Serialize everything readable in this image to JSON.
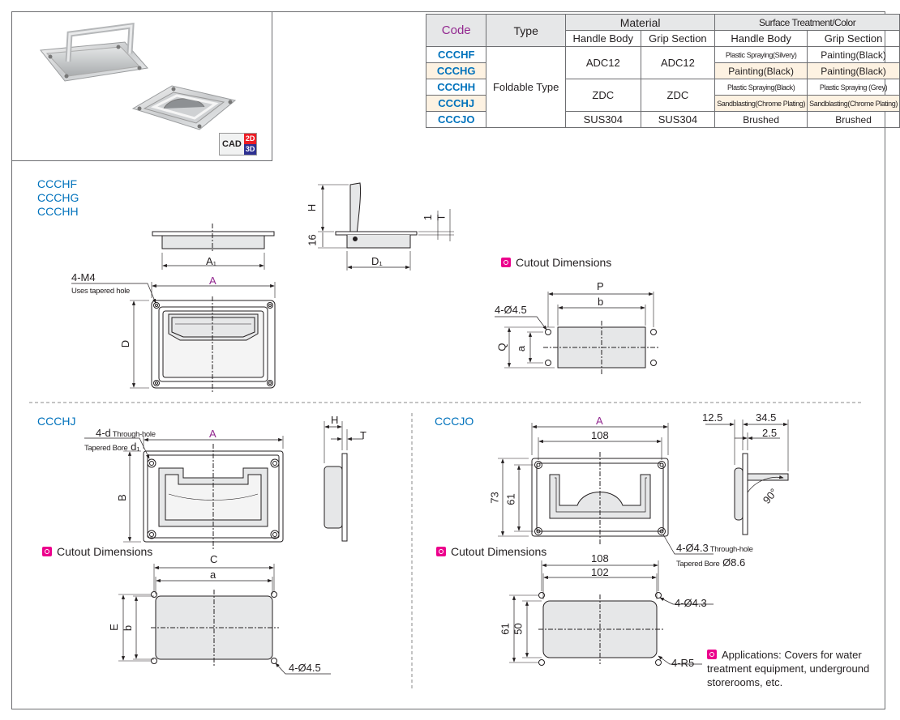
{
  "table": {
    "headers": {
      "code": "Code",
      "type": "Type",
      "material": "Material",
      "surface": "Surface Treatment/Color",
      "handle_body": "Handle Body",
      "grip_section": "Grip Section",
      "handle_body_2": "Handle Body",
      "grip_section_2": "Grip Section"
    },
    "type_value": "Foldable Type",
    "rows": [
      {
        "code": "CCCHF",
        "surf_body": "Plastic Spraying(Silvery)",
        "surf_grip": "Painting(Black)"
      },
      {
        "code": "CCCHG",
        "surf_body": "Painting(Black)",
        "surf_grip": "Painting(Black)"
      },
      {
        "code": "CCCHH",
        "surf_body": "Plastic Spraying(Black)",
        "surf_grip": "Plastic Spraying (Grey)"
      },
      {
        "code": "CCCHJ",
        "surf_body": "Sandblasting(Chrome Plating)",
        "surf_grip": "Sandblasting(Chrome Plating)"
      },
      {
        "code": "CCCJO",
        "mat_body": "SUS304",
        "mat_grip": "SUS304",
        "surf_body": "Brushed",
        "surf_grip": "Brushed"
      }
    ],
    "mat_group1": {
      "body": "ADC12",
      "grip": "ADC12"
    },
    "mat_group2": {
      "body": "ZDC",
      "grip": "ZDC"
    }
  },
  "cad_badge": {
    "cad": "CAD",
    "d2": "2D",
    "d3": "3D"
  },
  "section1": {
    "codes": [
      "CCCHF",
      "CCCHG",
      "CCCHH"
    ],
    "labels": {
      "H": "H",
      "sixteen": "16",
      "one": "1",
      "T": "T",
      "D1": "D₁",
      "A1": "A₁",
      "m4": "4-M4",
      "tapered": "Uses tapered hole",
      "A": "A",
      "D": "D"
    },
    "cutout": {
      "title": "Cutout Dimensions",
      "P": "P",
      "b": "b",
      "hole": "4-Ø4.5",
      "Q": "Q",
      "a": "a"
    }
  },
  "section2": {
    "code": "CCCHJ",
    "labels": {
      "d_through": "4-d",
      "through_hole": "Through-hole",
      "tapered_bore": "Tapered Bore",
      "d1": "d₁",
      "A": "A",
      "B": "B",
      "H": "H",
      "T": "T"
    },
    "cutout": {
      "title": "Cutout Dimensions",
      "C": "C",
      "a": "a",
      "E": "E",
      "b": "b",
      "hole": "4-Ø4.5"
    }
  },
  "section3": {
    "code": "CCCJO",
    "labels": {
      "A": "A",
      "w108": "108",
      "h73": "73",
      "h61": "61",
      "d43": "4-Ø4.3",
      "through_hole": "Through-hole",
      "tapered_bore": "Tapered Bore",
      "d86": "Ø8.6",
      "t125": "12.5",
      "t345": "34.5",
      "t25": "2.5",
      "angle": "90°"
    },
    "cutout": {
      "title": "Cutout Dimensions",
      "w108": "108",
      "w102": "102",
      "h61": "61",
      "h50": "50",
      "hole": "4-Ø4.3",
      "radius": "4-R5"
    },
    "applications": "Applications: Covers for water treatment equipment, underground storerooms, etc."
  }
}
